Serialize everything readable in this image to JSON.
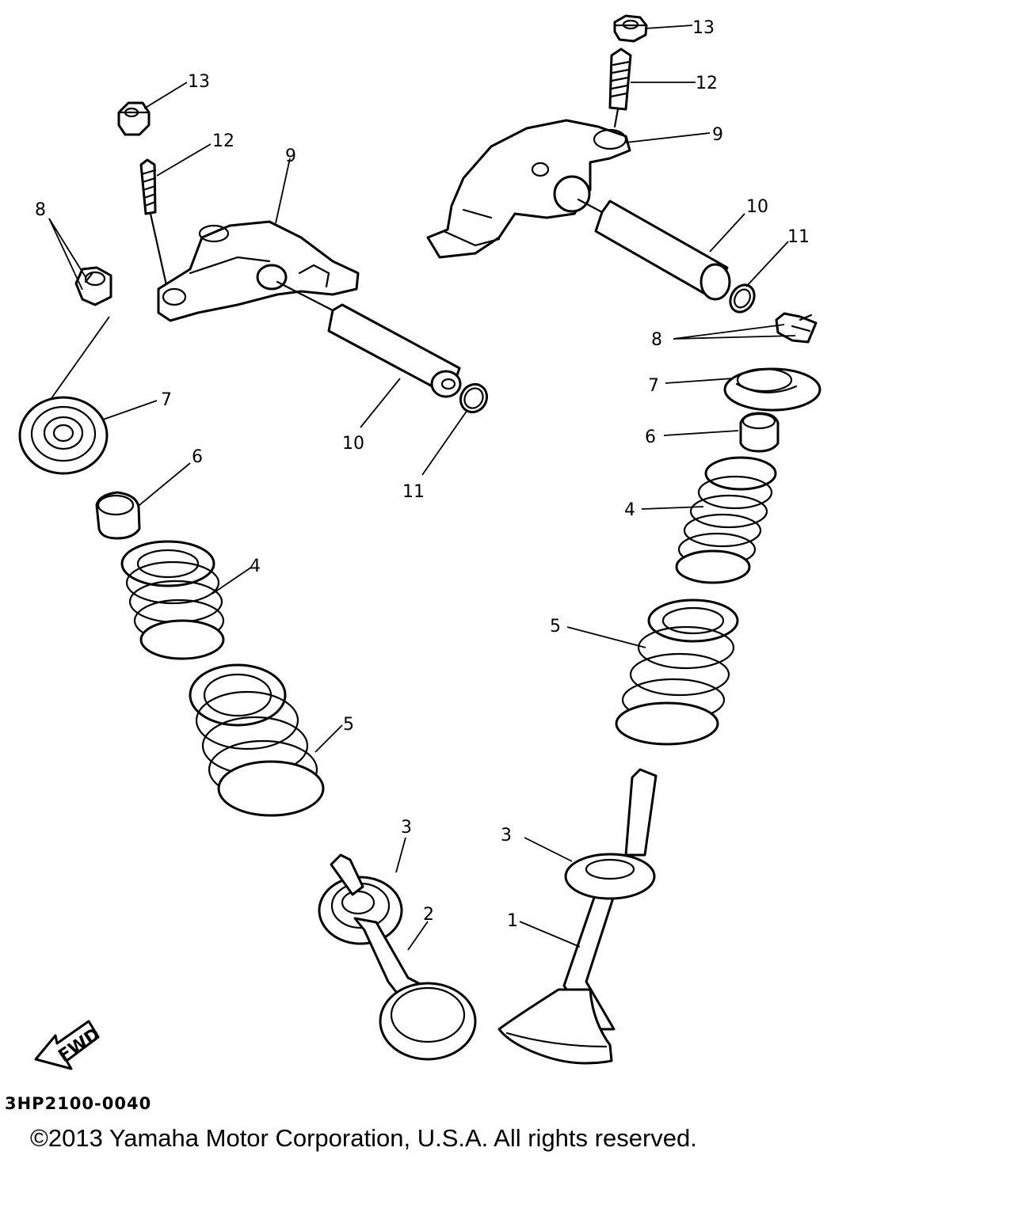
{
  "diagram": {
    "callouts": [
      {
        "id": "l13",
        "text": "13"
      },
      {
        "id": "l12",
        "text": "12"
      },
      {
        "id": "l9",
        "text": "9"
      },
      {
        "id": "l8",
        "text": "8"
      },
      {
        "id": "l7",
        "text": "7"
      },
      {
        "id": "l10",
        "text": "10"
      },
      {
        "id": "l11",
        "text": "11"
      },
      {
        "id": "l6",
        "text": "6"
      },
      {
        "id": "l4",
        "text": "4"
      },
      {
        "id": "l5",
        "text": "5"
      },
      {
        "id": "l3",
        "text": "3"
      },
      {
        "id": "l2",
        "text": "2"
      },
      {
        "id": "r13",
        "text": "13"
      },
      {
        "id": "r12",
        "text": "12"
      },
      {
        "id": "r9",
        "text": "9"
      },
      {
        "id": "r10",
        "text": "10"
      },
      {
        "id": "r11",
        "text": "11"
      },
      {
        "id": "r8",
        "text": "8"
      },
      {
        "id": "r7",
        "text": "7"
      },
      {
        "id": "r6",
        "text": "6"
      },
      {
        "id": "r4",
        "text": "4"
      },
      {
        "id": "r5",
        "text": "5"
      },
      {
        "id": "r3",
        "text": "3"
      },
      {
        "id": "r1",
        "text": "1"
      }
    ],
    "fwd_label": "FWD",
    "drawing_code": "3HP2100-0040",
    "copyright": "©2013 Yamaha Motor Corporation, U.S.A. All rights reserved."
  }
}
